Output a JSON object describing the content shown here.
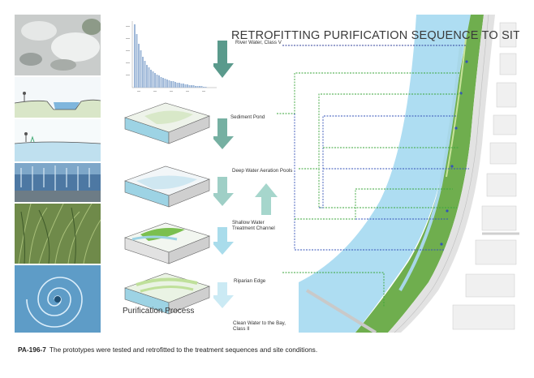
{
  "title": "RETROFITTING PURIFICATION SEQUENCE TO SITE",
  "process_title": "Purification Process",
  "caption": {
    "code": "PA-196-7",
    "text": "The prototypes were tested and retrofitted to the treatment sequences and site conditions."
  },
  "stages": [
    {
      "label_1": "River Water, Class V",
      "label_2": ""
    },
    {
      "label_1": "Sediment Pond",
      "label_2": ""
    },
    {
      "label_1": "Deep Water Aeration Pools",
      "label_2": ""
    },
    {
      "label_1": "Shallow Water",
      "label_2": "Treatment Channel"
    },
    {
      "label_1": "Riparian Edge",
      "label_2": ""
    },
    {
      "label_1": "Clean Water to the Bay,",
      "label_2": "Class II"
    }
  ],
  "colors": {
    "river": "#aeddf2",
    "arrow_dark": "#5a9a8c",
    "arrow_light": "#a9dceb",
    "link_blue": "#3553b8",
    "link_green": "#3aa63a"
  }
}
